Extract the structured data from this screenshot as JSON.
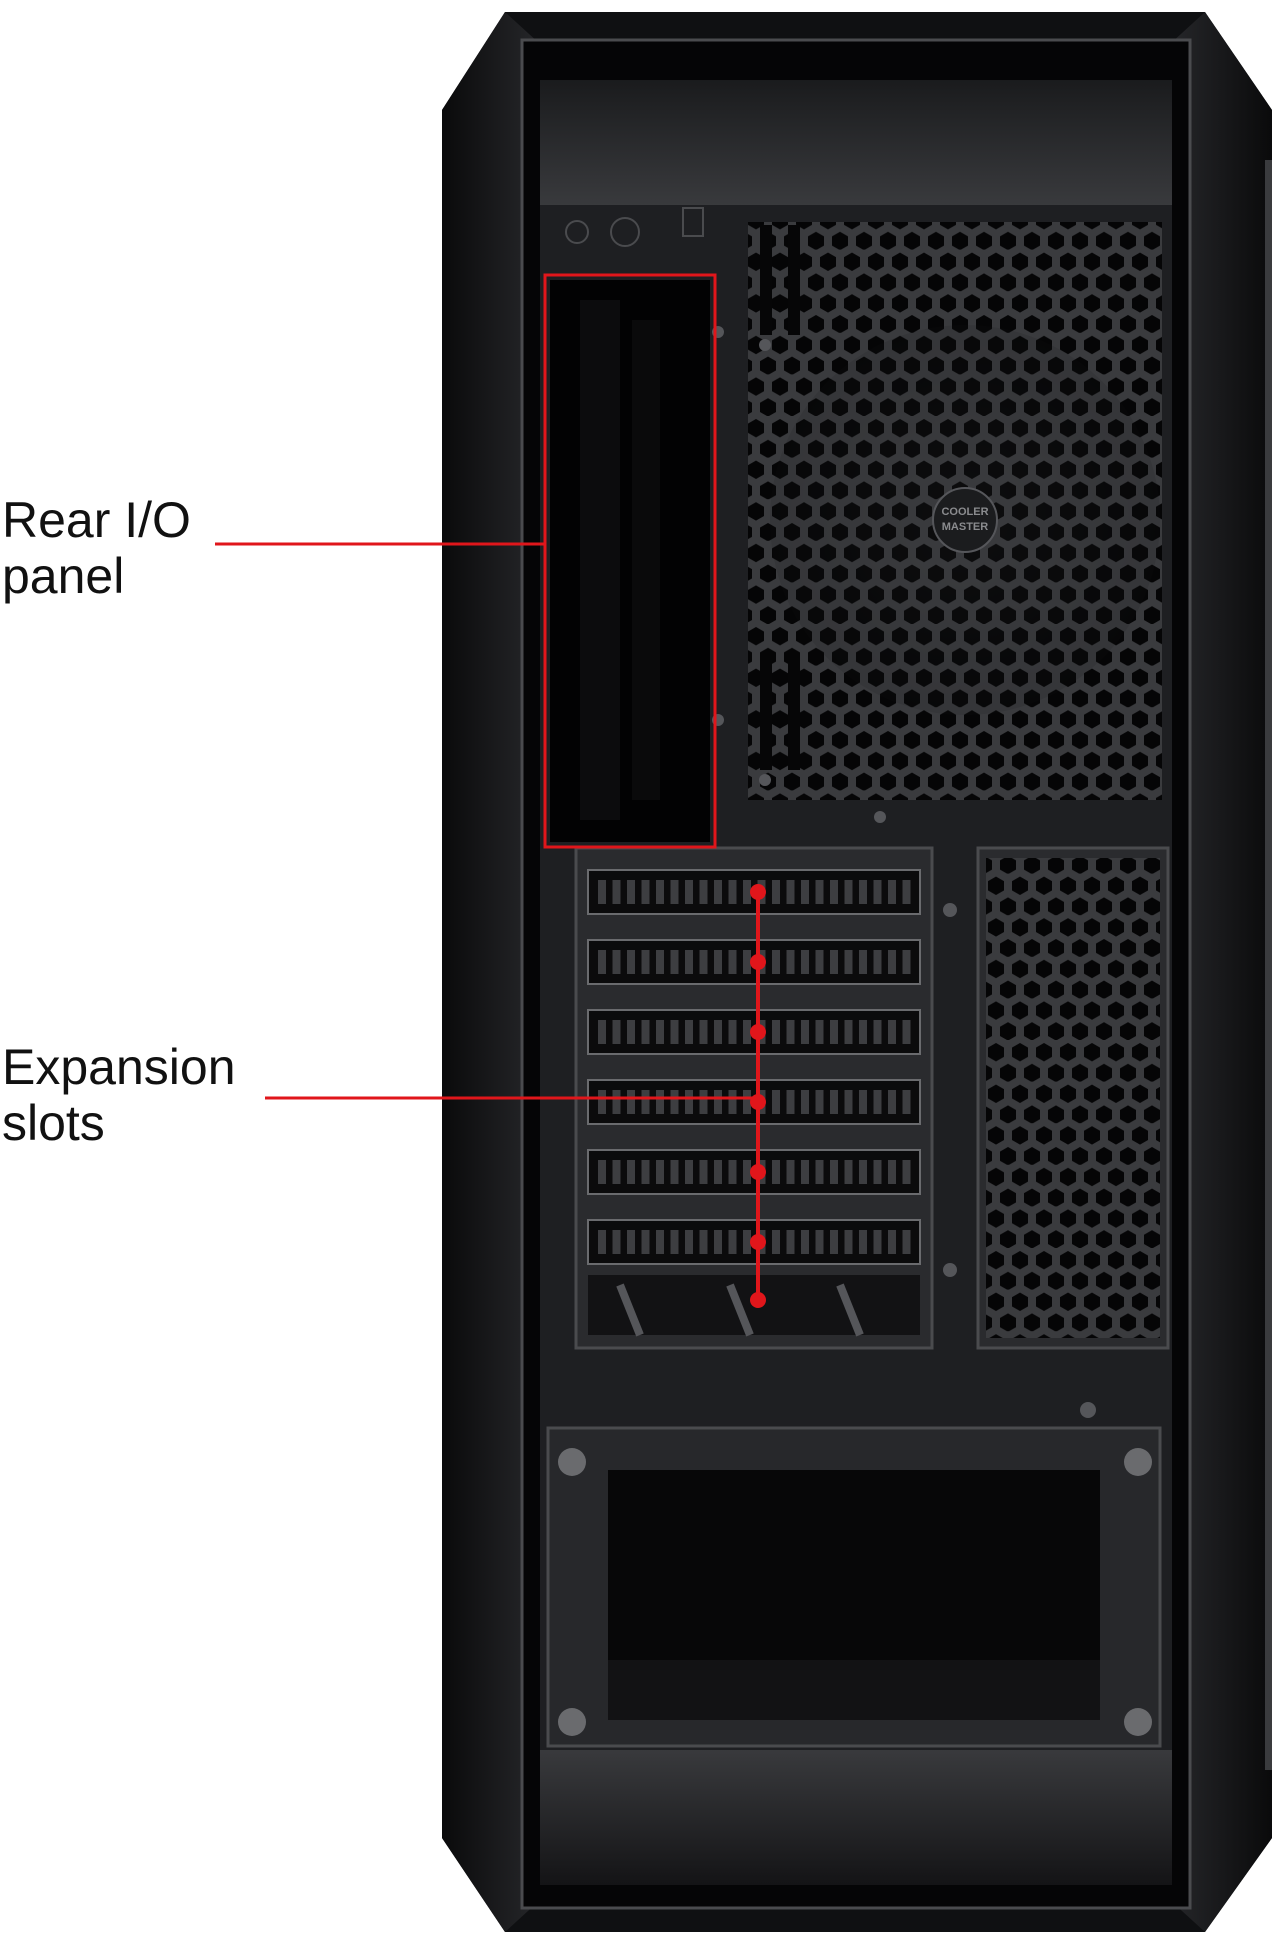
{
  "labels": {
    "rear_io": {
      "line1": "Rear I/O",
      "line2": "panel"
    },
    "expansion": {
      "line1": "Expansion",
      "line2": "slots"
    }
  },
  "brand_badge": {
    "line1": "COOLER",
    "line2": "MASTER"
  },
  "expansion_slot_count": 6,
  "colors": {
    "callout": "#e0161b",
    "case_body": "#111214",
    "panel": "#1f2023",
    "background": "#ffffff"
  }
}
